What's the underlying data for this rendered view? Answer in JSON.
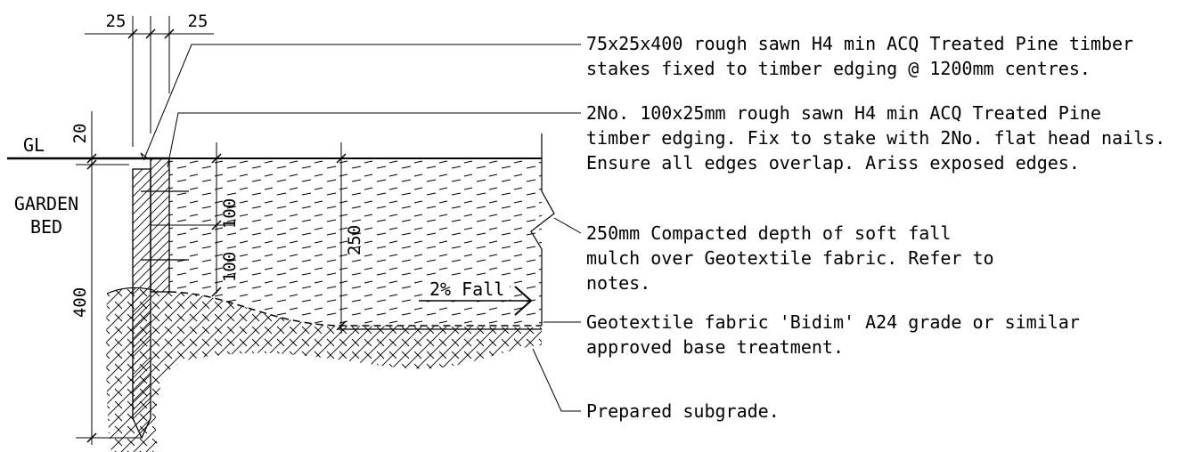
{
  "labels": {
    "ground_level": "GL",
    "garden_bed_line1": "GARDEN",
    "garden_bed_line2": "BED",
    "fall": "2% Fall"
  },
  "dimensions": {
    "stake_offset_left": "25",
    "stake_offset_right": "25",
    "edging_above_gl": "20",
    "stake_depth": "400",
    "edging_board_upper": "100",
    "edging_board_lower": "100",
    "mulch_depth": "250"
  },
  "notes": {
    "stakes": {
      "line1": "75x25x400 rough sawn H4 min ACQ Treated Pine timber",
      "line2": "stakes fixed to timber edging @ 1200mm centres."
    },
    "edging": {
      "line1": "2No. 100x25mm rough sawn H4 min ACQ Treated Pine",
      "line2": "timber edging. Fix to stake with 2No. flat head nails.",
      "line3": "Ensure all edges overlap. Ariss exposed edges."
    },
    "mulch": {
      "line1": "250mm Compacted depth of soft fall",
      "line2": "mulch over Geotextile fabric. Refer to",
      "line3": "notes."
    },
    "geotextile": {
      "line1": "Geotextile fabric 'Bidim' A24 grade or similar",
      "line2": "approved base treatment."
    },
    "subgrade": {
      "line1": "Prepared subgrade."
    }
  }
}
